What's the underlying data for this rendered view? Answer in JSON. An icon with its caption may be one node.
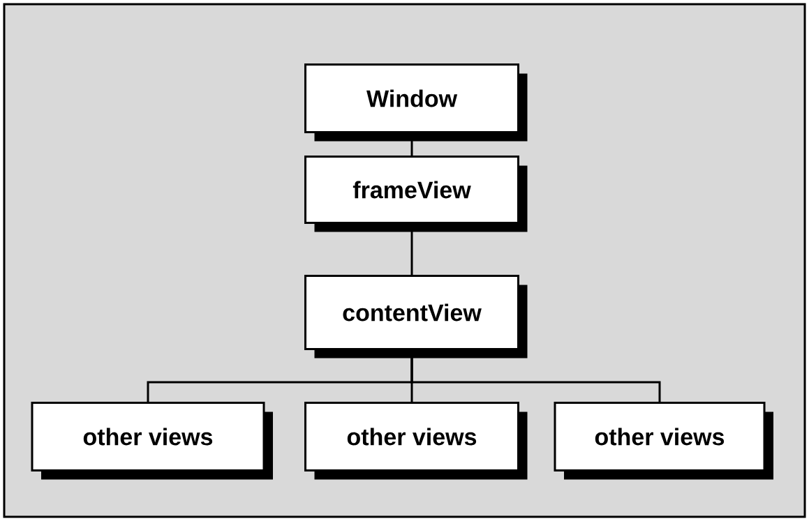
{
  "diagram": {
    "nodes": [
      {
        "text": [
          "Window"
        ]
      },
      {
        "text": [
          "frameView"
        ]
      },
      {
        "text": [
          "contentView"
        ]
      },
      {
        "text": [
          "other views"
        ]
      },
      {
        "text": [
          "other views"
        ]
      },
      {
        "text": [
          "other views"
        ]
      }
    ],
    "edges": [
      {
        "from": 0,
        "to": 1,
        "arrow": "none"
      },
      {
        "from": 1,
        "to": 2,
        "arrow": "none"
      },
      {
        "from": 2,
        "to": 3,
        "arrow": "none"
      },
      {
        "from": 2,
        "to": 4,
        "arrow": "none"
      },
      {
        "from": 2,
        "to": 5,
        "arrow": "none"
      }
    ]
  }
}
